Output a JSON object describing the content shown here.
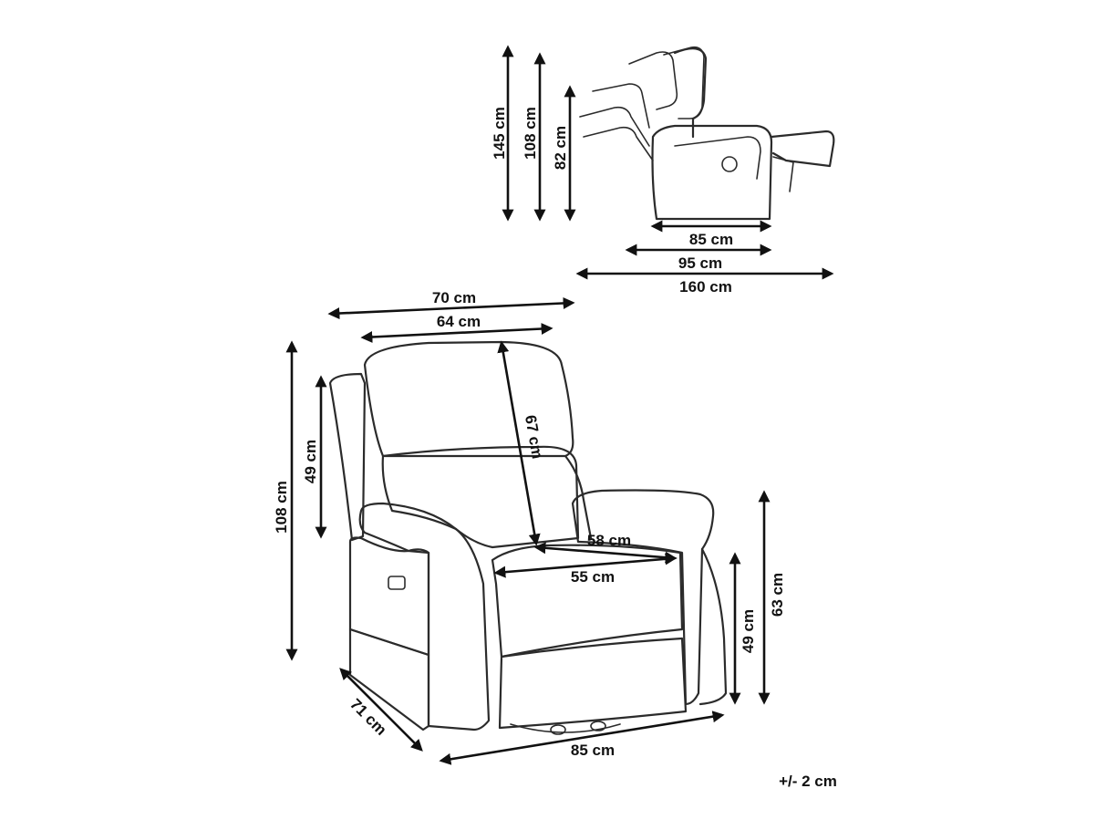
{
  "diagram": {
    "side_view": {
      "height_reclined": "145 cm",
      "height_upright": "108 cm",
      "height_mid": "82 cm",
      "depth_upright": "85 cm",
      "depth_mid": "95 cm",
      "depth_reclined": "160 cm"
    },
    "front_view": {
      "overall_width": "70 cm",
      "backrest_width": "64 cm",
      "overall_height": "108 cm",
      "seat_to_floor_back": "49 cm",
      "backrest_height": "67 cm",
      "seat_depth": "58 cm",
      "seat_width": "55 cm",
      "armrest_height": "63 cm",
      "seat_height": "49 cm",
      "base_depth": "71 cm",
      "base_width": "85 cm"
    },
    "tolerance": "+/- 2 cm"
  },
  "colors": {
    "line": "#2b2b2b",
    "text": "#111111",
    "background": "#ffffff"
  }
}
